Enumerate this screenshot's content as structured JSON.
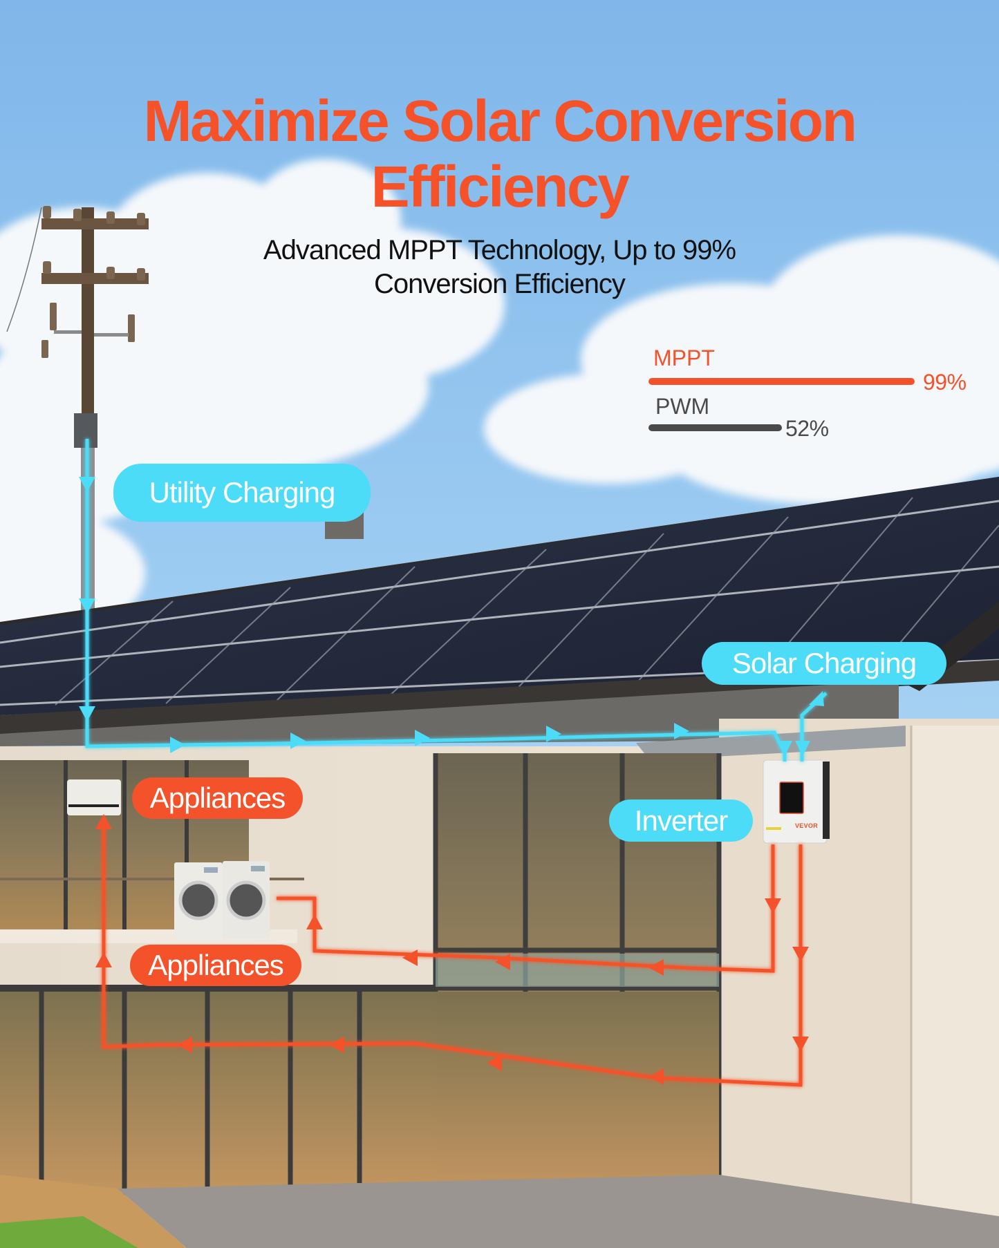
{
  "headline": {
    "line1": "Maximize Solar Conversion",
    "line2": "Efficiency"
  },
  "subheadline": {
    "line1": "Advanced MPPT Technology, Up to 99%",
    "line2": "Conversion Efficiency"
  },
  "colors": {
    "accent_orange": "#f4522a",
    "accent_blue": "#4cdcf8",
    "pwm_gray": "#4a4a4a",
    "sky": "#8fc3ee"
  },
  "chart_data": {
    "type": "bar",
    "orientation": "horizontal",
    "title": "",
    "categories": [
      "MPPT",
      "PWM"
    ],
    "values": [
      99,
      52
    ],
    "value_labels": [
      "99%",
      "52%"
    ],
    "series_colors": [
      "#f4522a",
      "#4a4a4a"
    ],
    "xlabel": "",
    "ylabel": "",
    "xlim": [
      0,
      100
    ],
    "grid": false,
    "legend": "none"
  },
  "labels": {
    "utility_charging": "Utility Charging",
    "solar_charging": "Solar Charging",
    "inverter": "Inverter",
    "appliances_upper": "Appliances",
    "appliances_lower": "Appliances"
  },
  "inverter_device": {
    "brand": "VEVOR"
  },
  "icons": {
    "flow_arrow": "triangle-arrow-icon",
    "utility_pole": "utility-pole-icon",
    "solar_panel": "solar-panel-icon",
    "inverter": "inverter-icon",
    "washing_machine": "washing-machine-icon",
    "air_conditioner": "air-conditioner-icon"
  }
}
